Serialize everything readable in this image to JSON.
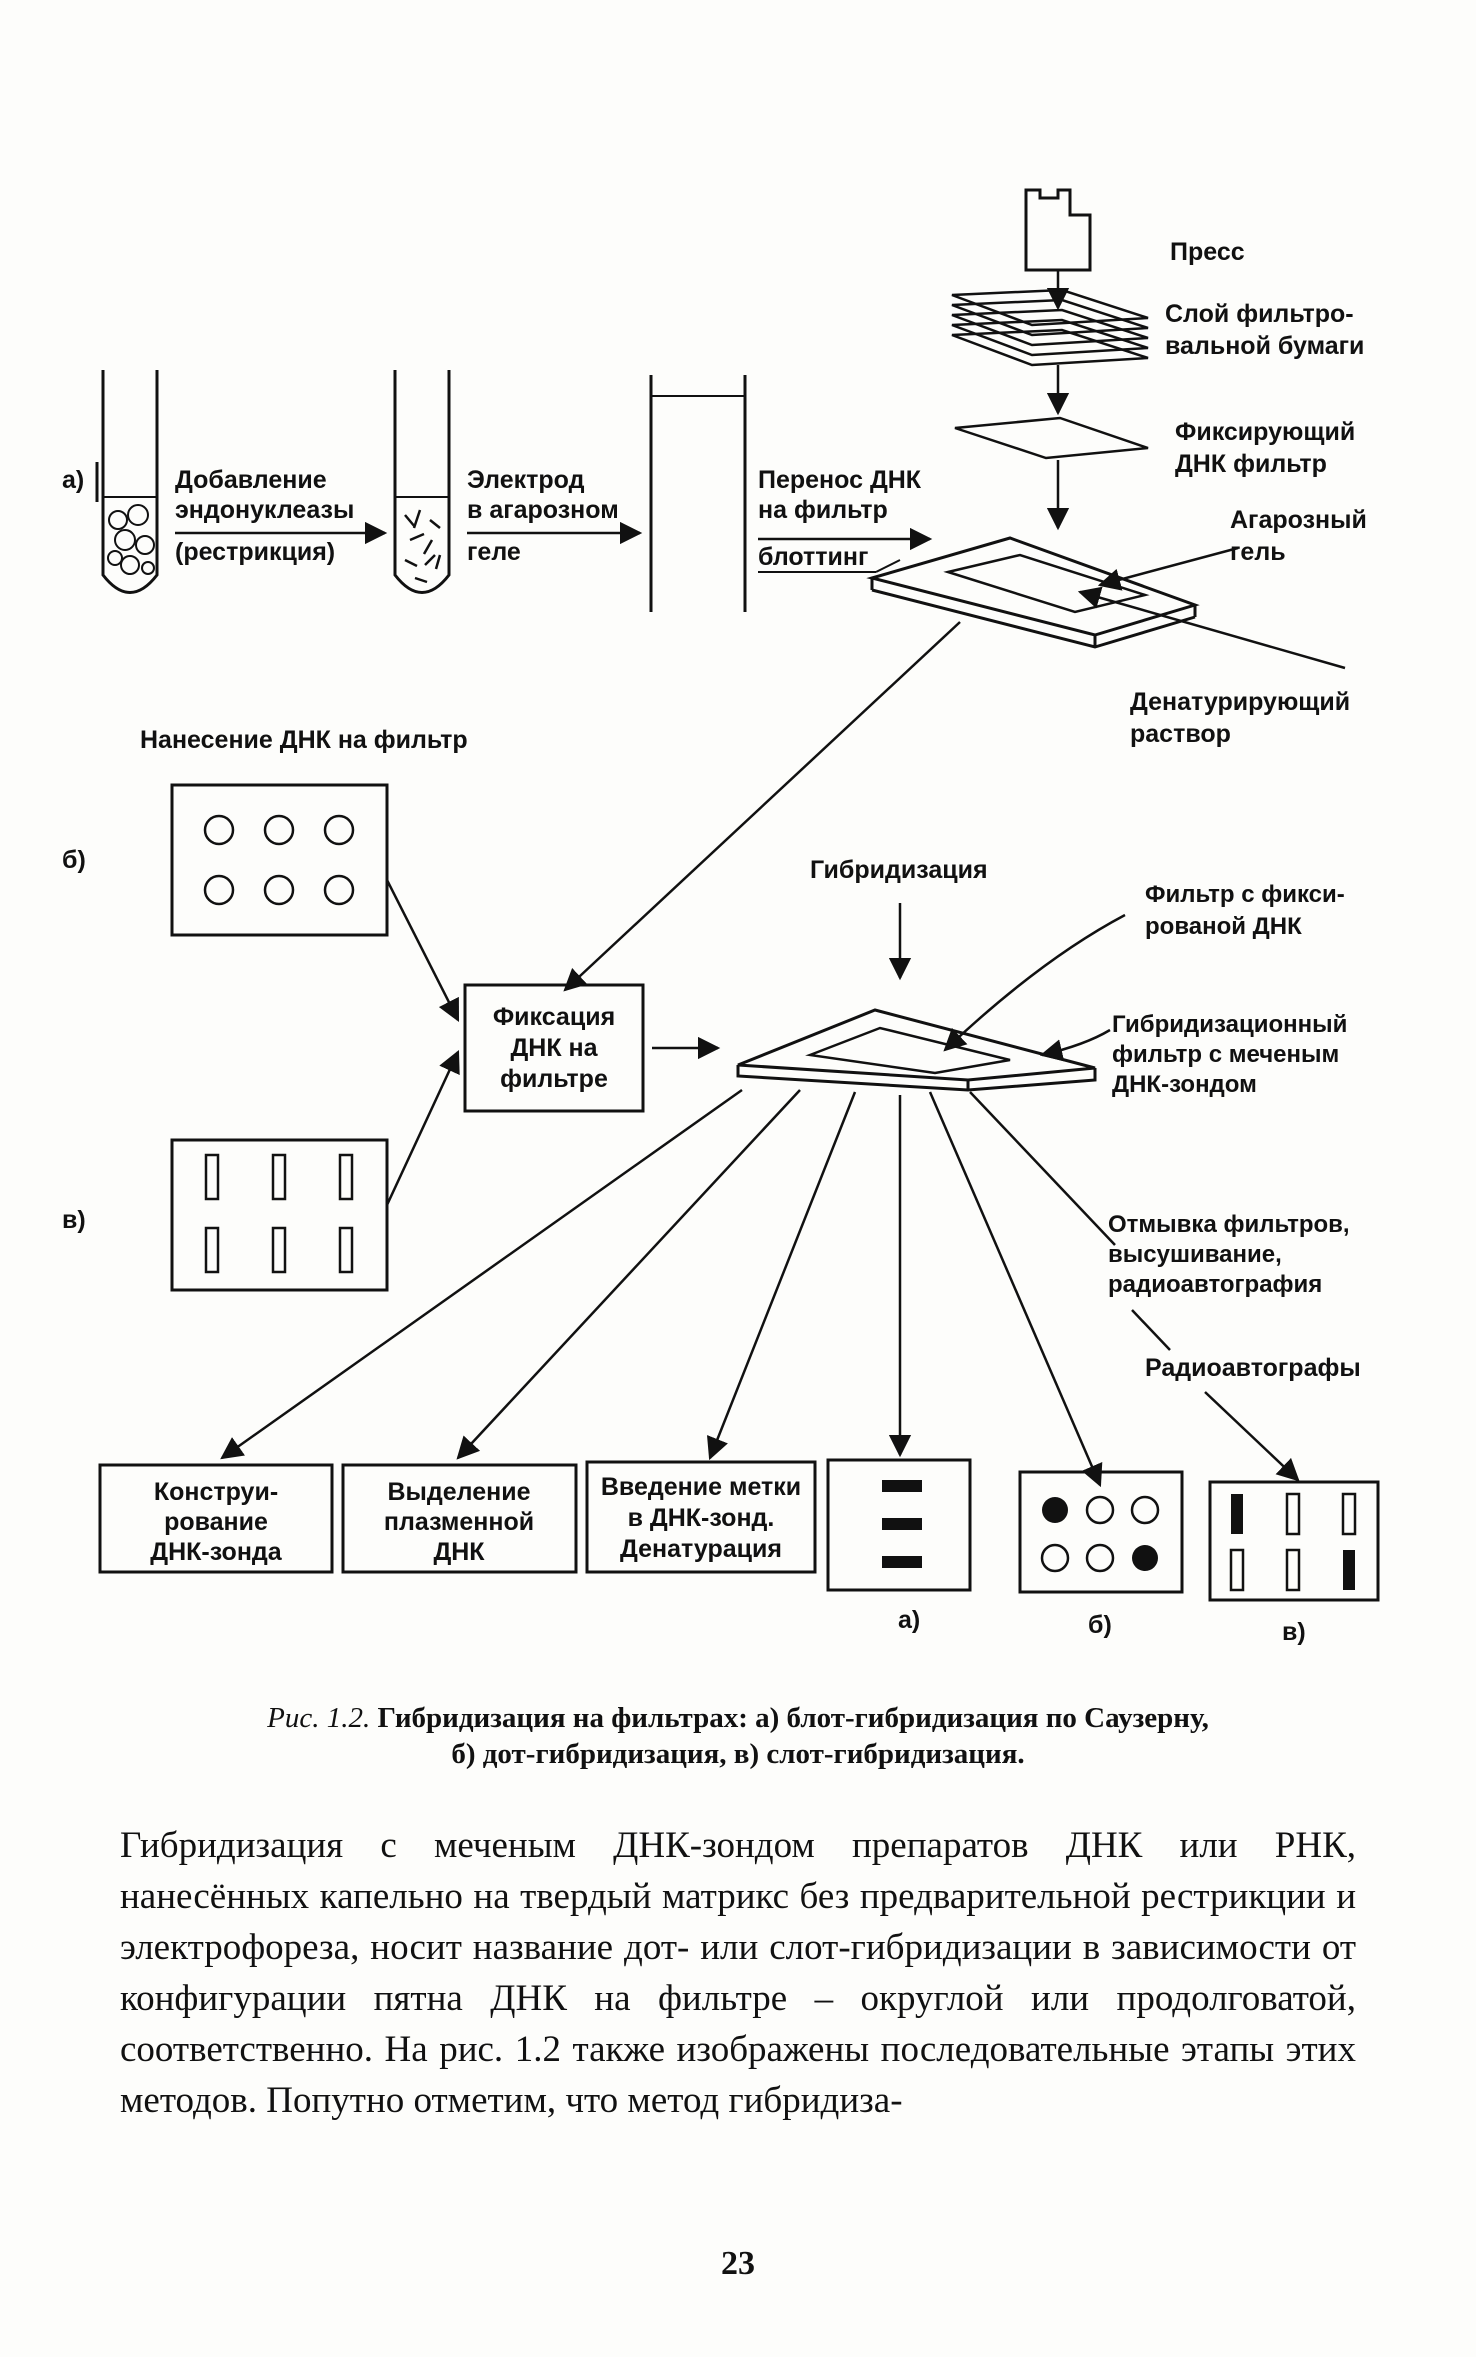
{
  "figure": {
    "step_a_marker": "а)",
    "step_b_marker": "б)",
    "step_v_marker": "в)",
    "add_endonuclease_line1": "Добавление",
    "add_endonuclease_line2": "эндонуклеазы",
    "add_endonuclease_line3": "(рестрикция)",
    "electrode_line1": "Электрод",
    "electrode_line2": "в агарозном",
    "electrode_line3": "геле",
    "transfer_line1": "Перенос ДНК",
    "transfer_line2": "на фильтр",
    "transfer_line3": "блоттинг",
    "press": "Пресс",
    "paper_layer_line1": "Слой фильтро-",
    "paper_layer_line2": "вальной бумаги",
    "fixing_filter_line1": "Фиксирующий",
    "fixing_filter_line2": "ДНК фильтр",
    "agarose_gel_line1": "Агарозный",
    "agarose_gel_line2": "гель",
    "denaturing_line1": "Денатурирующий",
    "denaturing_line2": "раствор",
    "apply_dna": "Нанесение ДНК на фильтр",
    "hybridization": "Гибридизация",
    "fixed_filter_line1": "Фильтр с фикси-",
    "fixed_filter_line2": "рованой ДНК",
    "fixation_line1": "Фиксация",
    "fixation_line2": "ДНК на",
    "fixation_line3": "фильтре",
    "hyb_filter_line1": "Гибридизационный",
    "hyb_filter_line2": "фильтр с меченым",
    "hyb_filter_line3": "ДНК-зондом",
    "wash_line1": "Отмывка фильтров,",
    "wash_line2": "высушивание,",
    "wash_line3": "радиоавтография",
    "autoradiographs": "Радиоавтографы",
    "probe_design_line1": "Конструи-",
    "probe_design_line2": "рование",
    "probe_design_line3": "ДНК-зонда",
    "plasmid_line1": "Выделение",
    "plasmid_line2": "плазменной",
    "plasmid_line3": "ДНК",
    "label_line1": "Введение метки",
    "label_line2": "в ДНК-зонд.",
    "label_line3": "Денатурация",
    "result_a": "а)",
    "result_b": "б)",
    "result_v": "в)"
  },
  "caption": {
    "fig_num": "Рис. 1.2.",
    "line1": "Гибридизация на фильтрах: а) блот-гибридизация по Саузерну,",
    "line2": "б) дот-гибридизация, в) слот-гибридизация."
  },
  "body": {
    "paragraph": "Гибридизация с меченым ДНК-зондом препаратов ДНК или РНК, нанесённых капельно на твердый матрикс без предварительной рестрикции и электрофореза, носит название дот- или слот-гибридизации в зависимости от конфигурации пятна ДНК на фильтре – округлой или продолговатой, соответственно. На рис. 1.2 также изображены последовательные этапы этих методов. Попутно отметим, что метод гибридиза-"
  },
  "page_number": "23"
}
